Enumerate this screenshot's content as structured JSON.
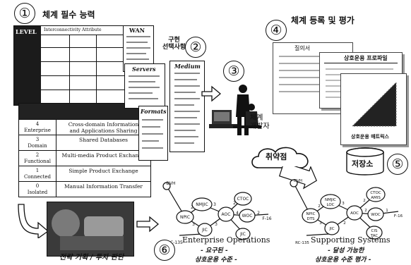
{
  "steps": {
    "one": "①",
    "two": "②",
    "three": "③",
    "four": "④",
    "five": "⑤",
    "six": "⑥"
  },
  "sections": {
    "essential_capability": "체계 필수 능력",
    "registration_eval": "체계 등록 및 평가",
    "impl_options": "구현\n선택사항",
    "developer": "체계\n개발자",
    "vulnerability": "취약점",
    "repository": "저장소",
    "strategy": "전략 기획 / 투자 판단"
  },
  "level_grid": {
    "header": "LEVEL",
    "strip": "Interconnectivity Attribute",
    "wan": "WAN"
  },
  "level_table": {
    "rows": [
      {
        "level": "4\nEnterprise",
        "desc": "Cross-domain Information\nand Applications Sharing"
      },
      {
        "level": "3\nDomain",
        "desc": "Shared Databases"
      },
      {
        "level": "2\nFunctional",
        "desc": "Multi-media Product Exchange"
      },
      {
        "level": "1\nConnected",
        "desc": "Simple Product Exchange"
      },
      {
        "level": "0\nIsolated",
        "desc": "Manual Information Transfer"
      }
    ]
  },
  "panels": {
    "servers": "Servers",
    "formats": "Formats",
    "medium": "Medium"
  },
  "docs": {
    "questionnaire": "질의서",
    "profile": "상호운용 프로파일",
    "matrix": "상호운용 매트릭스"
  },
  "networks": {
    "left_title": "Enterprise Operations",
    "left_sub1": "- 요구된 -",
    "left_sub2": "상호운용 수준 -",
    "right_title": "Supporting Systems",
    "right_sub1": "- 달성 가능한",
    "right_sub2": "상호운용 수준 평가 -",
    "nodes_left": [
      "NMJIC",
      "NPIC",
      "JIC",
      "AOC",
      "CTOC",
      "WOC",
      "JIC"
    ],
    "nodes_right": [
      "NMJIC LOC",
      "NPIC DTS",
      "JIC",
      "AOC",
      "CTOC AMIS",
      "WOC",
      "CIS TAC"
    ],
    "misc": [
      "DVH",
      "F-16",
      "RC-135"
    ]
  },
  "colors": {
    "ink": "#111111",
    "panel": "#f4f4f4",
    "dark": "#222222"
  }
}
